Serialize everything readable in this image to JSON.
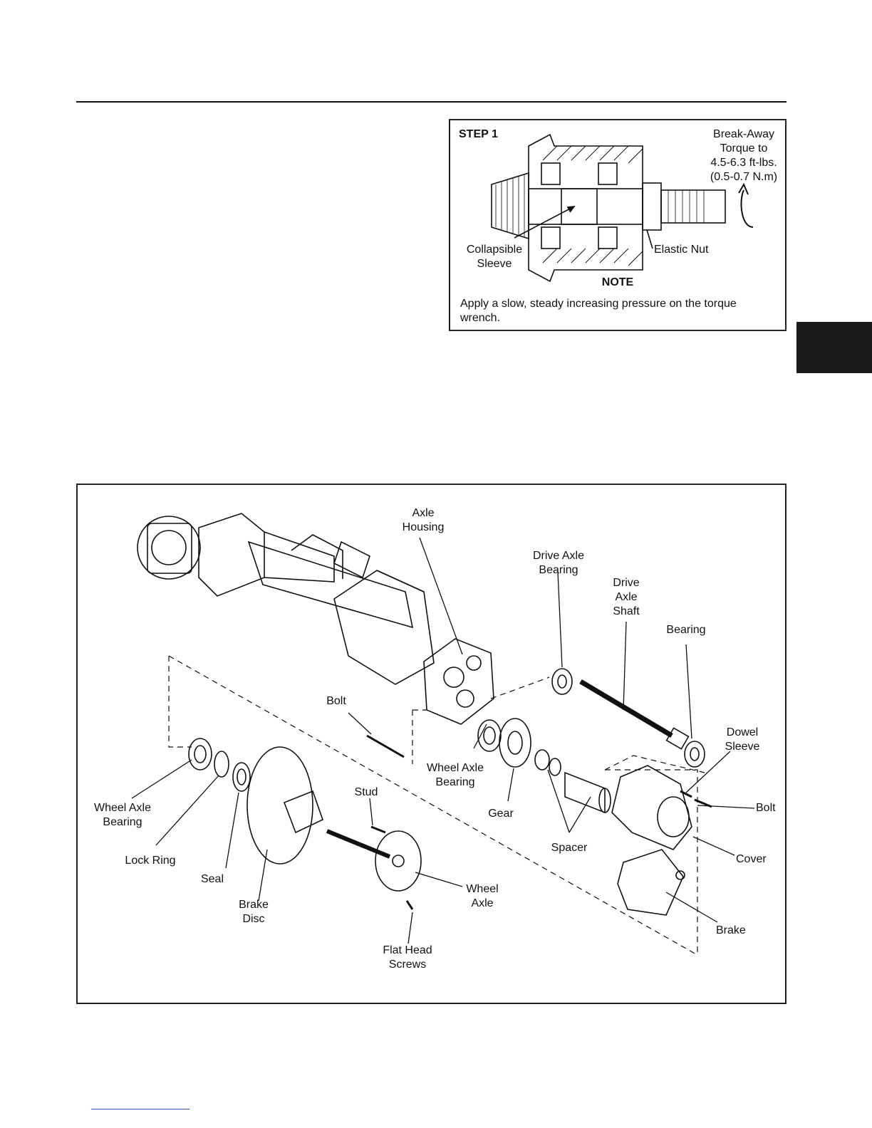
{
  "step_figure": {
    "step_label": "STEP 1",
    "torque_text": "Break-Away\nTorque to\n4.5-6.3 ft-lbs.\n(0.5-0.7 N.m)",
    "collapsible_sleeve": "Collapsible\nSleeve",
    "elastic_nut": "Elastic Nut",
    "note_heading": "NOTE",
    "note_text": "Apply a slow, steady increasing pressure on the torque wrench."
  },
  "exploded_figure": {
    "labels": {
      "axle_housing": "Axle\nHousing",
      "drive_axle_bearing": "Drive Axle\nBearing",
      "drive_axle_shaft": "Drive\nAxle\nShaft",
      "bearing": "Bearing",
      "dowel_sleeve": "Dowel\nSleeve",
      "bolt_right": "Bolt",
      "bolt_center": "Bolt",
      "wheel_axle_bearing_center": "Wheel Axle\nBearing",
      "gear": "Gear",
      "spacer": "Spacer",
      "cover": "Cover",
      "brake": "Brake",
      "wheel_axle": "Wheel\nAxle",
      "flat_head_screws": "Flat Head\nScrews",
      "stud": "Stud",
      "brake_disc": "Brake\nDisc",
      "seal": "Seal",
      "lock_ring": "Lock Ring",
      "wheel_axle_bearing_left": "Wheel Axle\nBearing"
    }
  }
}
